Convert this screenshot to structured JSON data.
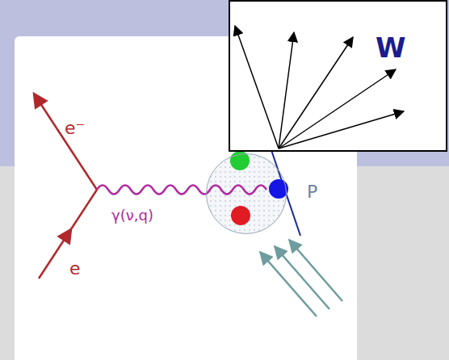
{
  "diagram": {
    "nodes": [
      {
        "text": [
          "W"
        ]
      },
      {
        "text": [
          "P"
        ]
      }
    ],
    "labels": [
      "e⁻",
      "e",
      "γ(ν,q)"
    ]
  }
}
